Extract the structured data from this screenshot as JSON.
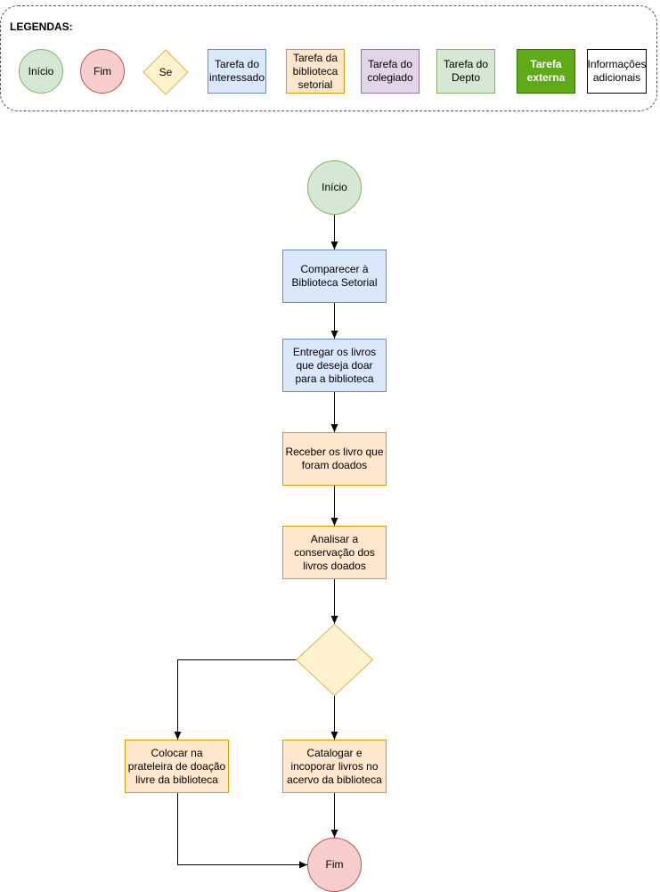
{
  "legend": {
    "title": "LEGENDAS:",
    "start": "Início",
    "end": "Fim",
    "decision": "Se",
    "interessado": "Tarefa do interessado",
    "biblioteca": "Tarefa da biblioteca setorial",
    "colegiado": "Tarefa do colegiado",
    "depto": "Tarefa do Depto",
    "externa": "Tarefa externa",
    "info": "Informações adicionais"
  },
  "flow": {
    "start": "Início",
    "step1": "Comparecer à Biblioteca Setorial",
    "step2": "Entregar os livros que deseja doar para a biblioteca",
    "step3": "Receber os livro que foram doados",
    "step4": "Analisar a conservação dos livros doados",
    "decision": "",
    "left_task": "Colocar na prateleira de doação livre da biblioteca",
    "right_task": "Catalogar e incoporar livros no acervo da biblioteca",
    "end": "Fim"
  },
  "colors": {
    "start": "#d5e8d4",
    "end": "#f8cecc",
    "decision": "#fff2cc",
    "interessado": "#dae8fc",
    "biblioteca": "#ffe6cc",
    "colegiado": "#e1d5e7",
    "depto": "#d5e8d4",
    "externa": "#60a917",
    "info": "#ffffff"
  }
}
